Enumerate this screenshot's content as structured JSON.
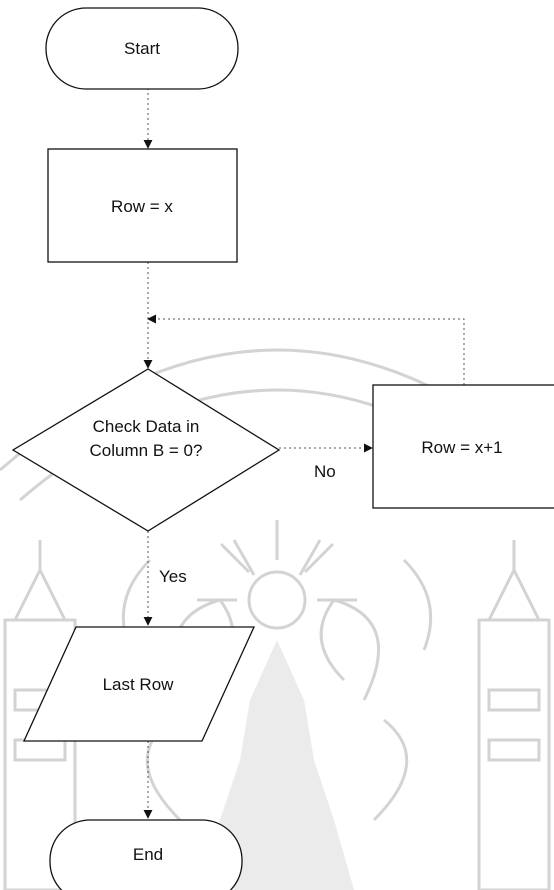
{
  "nodes": {
    "start": "Start",
    "assign_row": "Row = x",
    "check_line1": "Check Data in",
    "check_line2": "Column B = 0?",
    "increment_row": "Row = x+1",
    "last_row": "Last Row",
    "end": "End"
  },
  "edges": {
    "no_label": "No",
    "yes_label": "Yes"
  }
}
